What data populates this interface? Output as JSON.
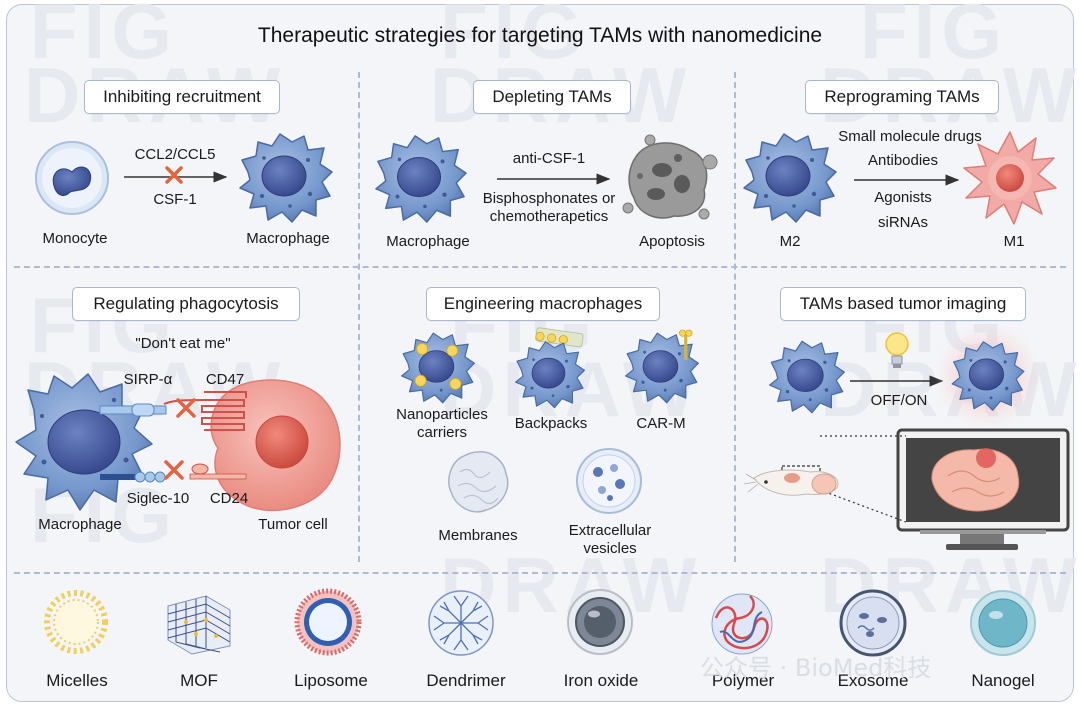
{
  "title": "Therapeutic strategies for targeting TAMs with nanomedicine",
  "watermark": [
    "FIG",
    "DRAW"
  ],
  "sections": {
    "inhibiting": {
      "heading": "Inhibiting recruitment",
      "arrow_top": "CCL2/CCL5",
      "arrow_bottom": "CSF-1",
      "left_cell": "Monocyte",
      "right_cell": "Macrophage"
    },
    "depleting": {
      "heading": "Depleting TAMs",
      "arrow_top": "anti-CSF-1",
      "arrow_bottom_1": "Bisphosphonates or",
      "arrow_bottom_2": "chemotherapetics",
      "left_cell": "Macrophage",
      "right_cell": "Apoptosis"
    },
    "reprogramming": {
      "heading": "Reprograming TAMs",
      "agents_top": [
        "Small molecule drugs",
        "Antibodies"
      ],
      "agents_bottom": [
        "Agonists",
        "siRNAs"
      ],
      "left_cell": "M2",
      "right_cell": "M1"
    },
    "phagocytosis": {
      "heading": "Regulating phagocytosis",
      "quote": "\"Don't eat me\"",
      "sirp": "SIRP-α",
      "cd47": "CD47",
      "siglec": "Siglec-10",
      "cd24": "CD24",
      "left_cell": "Macrophage",
      "right_cell": "Tumor cell"
    },
    "engineering": {
      "heading": "Engineering macrophages",
      "items": [
        "Nanoparticles carriers",
        "Backpacks",
        "CAR-M",
        "Membranes",
        "Extracellular vesicles"
      ]
    },
    "imaging": {
      "heading": "TAMs based tumor imaging",
      "arrow_label": "OFF/ON"
    }
  },
  "nanomaterials": [
    "Micelles",
    "MOF",
    "Liposome",
    "Dendrimer",
    "Iron oxide",
    "Polymer",
    "Exosome",
    "Nanogel"
  ],
  "credit": "公众号 · BioMed科技",
  "colors": {
    "macrophage": "#6d8fc6",
    "nucleus": "#3f5593",
    "tumor": "#ee9a92",
    "inhibit": "#e3643f",
    "frame_border": "#b9c6d8",
    "dashed": "#aebbd0"
  }
}
